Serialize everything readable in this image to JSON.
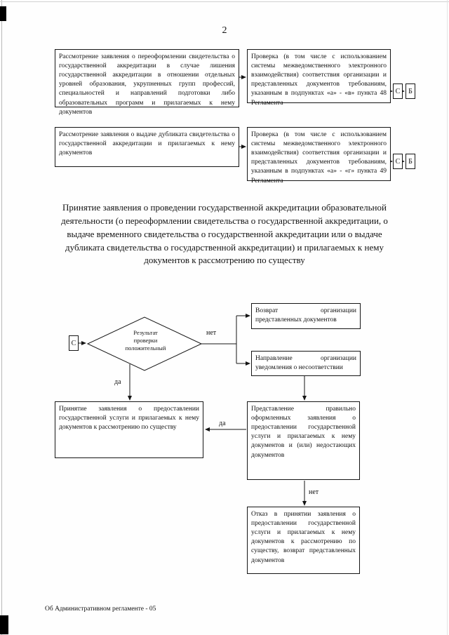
{
  "page": {
    "number": "2",
    "footer": "Об Административном регламенте - 05"
  },
  "rows": [
    {
      "left": "Рассмотрение заявления о переоформлении свидетельства о государственной аккредитации в случае лишения государственной аккредитации в отношении отдельных уровней образования, укрупненных групп профессий, специальностей и направлений подготовки либо образовательных программ и прилагаемых к нему документов",
      "right": "Проверка (в том числе с использованием системы межведомственного электронного взаимодействия) соответствия организации и представленных документов требованиям, указанным в подпунктах «а» - «в» пункта 48 Регламента",
      "tag_c": "С",
      "tag_b": "Б"
    },
    {
      "left": "Рассмотрение заявления о выдаче дубликата свидетельства о государственной аккредитации и прилагаемых к нему документов",
      "right": "Проверка (в том числе с использованием системы межведомственного электронного взаимодействия) соответствия организации и представленных документов требованиям, указанным в подпунктах «а» - «г» пункта 49 Регламента",
      "tag_c": "С",
      "tag_b": "Б"
    }
  ],
  "heading": "Принятие заявления о проведении государственной аккредитации образовательной деятельности (о переоформлении свидетельства о государственной аккредитации, о выдаче временного свидетельства о государственной аккредитации или о выдаче дубликата свидетельства о государственной аккредитации) и прилагаемых к нему документов к рассмотрению по существу",
  "flow": {
    "start_tag": "С",
    "decision": "Результат\nпроверки\nположительный",
    "label_no": "нет",
    "label_yes": "да",
    "label_yes2": "да",
    "label_no2": "нет",
    "box_return": "Возврат организации представленных документов",
    "box_notify": "Направление организации уведомления о несоответствии",
    "box_accept": "Принятие заявления о предоставлении государственной услуги и прилагаемых к нему документов к рассмотрению по существу",
    "box_resubmit": "Представление правильно оформленных заявления о предоставлении государственной услуги и прилагаемых к нему документов и (или) недостающих документов",
    "box_reject": "Отказ в принятии заявления о предоставлении государственной услуги и прилагаемых к нему документов к рассмотрению по существу, возврат представленных документов"
  }
}
